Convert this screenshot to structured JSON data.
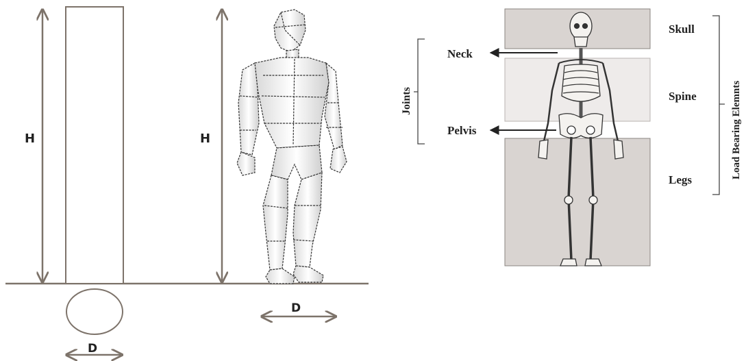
{
  "left_figure": {
    "height_label_pillar": "H",
    "height_label_human": "H",
    "diameter_label_pillar": "D",
    "diameter_label_human": "D"
  },
  "right_figure": {
    "regions": {
      "skull": "Skull",
      "spine": "Spine",
      "legs": "Legs"
    },
    "joints": {
      "neck": "Neck",
      "pelvis": "Pelvis"
    },
    "group_labels": {
      "joints": "Joints",
      "load_bearing": "Load Bearing Elemnts"
    }
  },
  "colors": {
    "line": "#7d736a",
    "region_dark": "#d9d4d1",
    "region_light": "#eeebea",
    "text": "#222222"
  }
}
